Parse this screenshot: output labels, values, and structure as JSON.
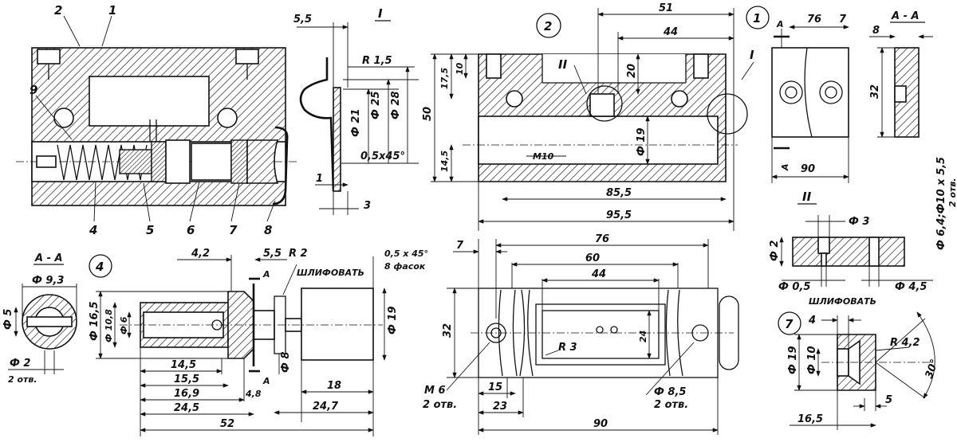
{
  "part_numbers": {
    "p1": "1",
    "p2": "2",
    "p3": "9",
    "p4": "4",
    "p5": "5",
    "p6": "6",
    "p7": "7",
    "p8": "8"
  },
  "detail_I": {
    "title": "I",
    "d1": "5,5",
    "d2": "R 1,5",
    "d3": "Ф 21",
    "d4": "Ф 25",
    "d5": "Ф 28",
    "d6": "0,5х45°",
    "d7": "1",
    "d8": "3"
  },
  "part2": {
    "circle": "2",
    "section_II": "II",
    "section_I": "I",
    "d51": "51",
    "d44": "44",
    "d10": "10",
    "d17": "17,5",
    "d20": "20",
    "d50": "50",
    "d14": "14,5",
    "m10": "М10",
    "d19": "Ф 19",
    "d85": "85,5",
    "d95": "95,5"
  },
  "part1": {
    "circle": "1",
    "a_left": "А",
    "a_bottom": "А",
    "d76": "76",
    "d7": "7",
    "section": "А - А",
    "d8": "8",
    "d32": "32",
    "d90": "90",
    "holes": "Ф 6,4;Ф10 х 5,5",
    "holes_n": "2 отв."
  },
  "detail_II": {
    "title": "II",
    "d3": "Ф 3",
    "d2": "Ф 2",
    "d05": "Ф 0,5",
    "d45": "Ф 4,5"
  },
  "part4_section": {
    "title": "А - А",
    "d93": "Ф 9,3",
    "d5": "Ф 5",
    "d2": "Ф 2",
    "holes": "2 отв."
  },
  "part4": {
    "circle": "4",
    "d42": "4,2",
    "d55": "5,5",
    "r2": "R 2",
    "chamfer": "0,5 х 45°",
    "chamfer_n": "8 фасок",
    "grind": "ШЛИФОВАТЬ",
    "a1": "А",
    "a2": "А",
    "d165": "Ф 16,5",
    "d108": "Ф 10,8",
    "d6": "Ф 6",
    "d8": "Ф 8",
    "d19": "Ф 19",
    "l145": "14,5",
    "l155": "15,5",
    "l169": "16,9",
    "l245": "24,5",
    "l52": "52",
    "l48": "4,8",
    "l18": "18",
    "l247": "24,7"
  },
  "part_bottom": {
    "d7": "7",
    "d76": "76",
    "d60": "60",
    "d44": "44",
    "d32": "32",
    "d24": "24",
    "r3": "R 3",
    "m6": "М 6",
    "m6_n": "2 отв.",
    "d15": "15",
    "d23": "23",
    "d85": "Ф 8,5",
    "d85_n": "2 отв.",
    "d90": "90"
  },
  "part7": {
    "circle": "7",
    "grind": "ШЛИФОВАТЬ",
    "d4": "4",
    "d19": "Ф 19",
    "d10": "Ф 10",
    "r42": "R 4,2",
    "a30": "30°",
    "d5": "5",
    "d165": "16,5"
  }
}
